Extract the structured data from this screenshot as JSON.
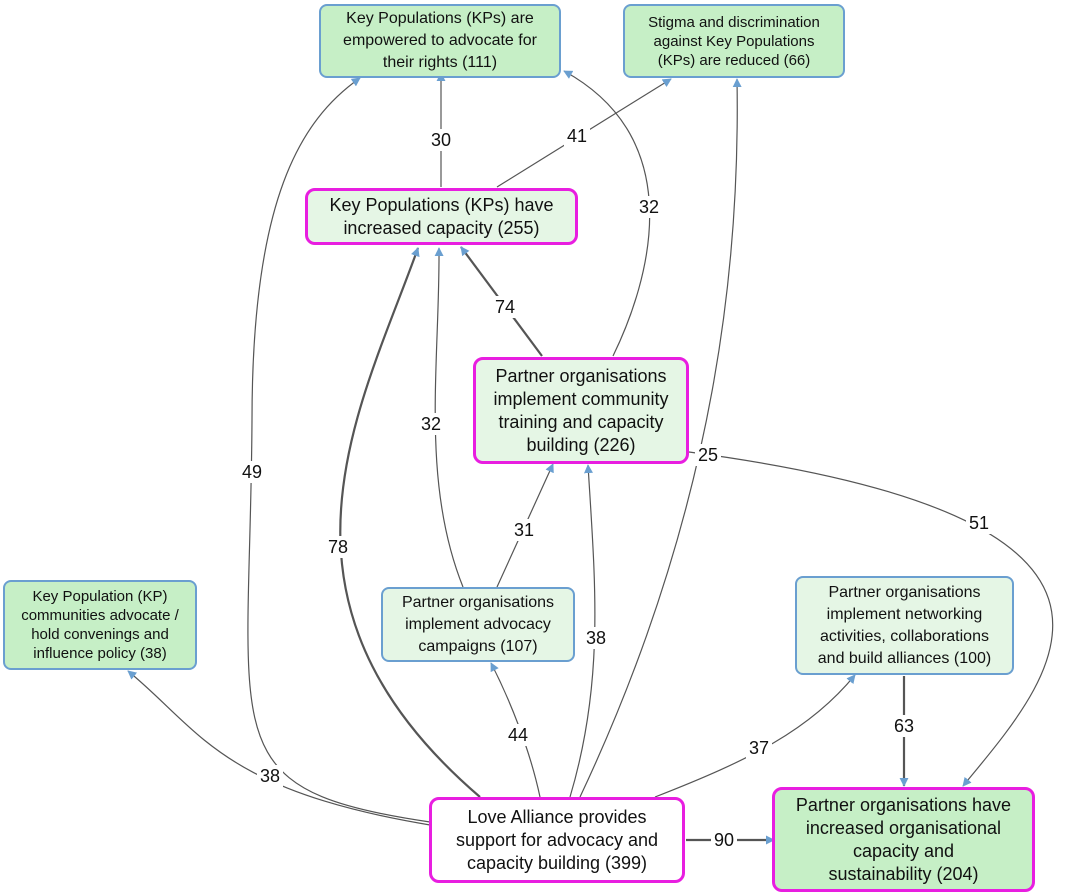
{
  "nodes": [
    {
      "id": "n1",
      "label": "Key Populations (KPs) are\nempowered to advocate for\ntheir rights (111)"
    },
    {
      "id": "n2",
      "label": "Stigma and discrimination\nagainst Key Populations\n(KPs) are reduced (66)"
    },
    {
      "id": "n3",
      "label": "Key Populations (KPs) have\nincreased capacity (255)"
    },
    {
      "id": "n4",
      "label": "Partner organisations\nimplement community\ntraining and capacity\nbuilding (226)"
    },
    {
      "id": "n5",
      "label": "Key Population (KP)\ncommunities advocate /\nhold convenings and\ninfluence policy (38)"
    },
    {
      "id": "n6",
      "label": "Partner organisations\nimplement advocacy\ncampaigns (107)"
    },
    {
      "id": "n7",
      "label": "Partner organisations\nimplement networking\nactivities, collaborations\nand build alliances (100)"
    },
    {
      "id": "n8",
      "label": "Love Alliance provides\nsupport for advocacy and\ncapacity building (399)"
    },
    {
      "id": "n9",
      "label": "Partner organisations have\nincreased organisational\ncapacity and\nsustainability (204)"
    }
  ],
  "edges": [
    {
      "from": "n3",
      "to": "n1",
      "value": "30"
    },
    {
      "from": "n3",
      "to": "n2",
      "value": "41"
    },
    {
      "from": "n4",
      "to": "n1",
      "value": "32"
    },
    {
      "from": "n4",
      "to": "n3",
      "value": "74"
    },
    {
      "from": "n6",
      "to": "n3",
      "value": "32"
    },
    {
      "from": "n6",
      "to": "n4",
      "value": "31"
    },
    {
      "from": "n4",
      "to": "n9",
      "value": "51"
    },
    {
      "from": "n8",
      "to": "n1",
      "value": "49"
    },
    {
      "from": "n8",
      "to": "n3",
      "value": "78"
    },
    {
      "from": "n8",
      "to": "n2",
      "value": "25"
    },
    {
      "from": "n8",
      "to": "n4",
      "value": "38"
    },
    {
      "from": "n8",
      "to": "n6",
      "value": "44"
    },
    {
      "from": "n8",
      "to": "n5",
      "value": "38"
    },
    {
      "from": "n8",
      "to": "n7",
      "value": "37"
    },
    {
      "from": "n8",
      "to": "n9",
      "value": "90"
    },
    {
      "from": "n7",
      "to": "n9",
      "value": "63"
    }
  ],
  "colors": {
    "outcome_fill": "#c6efc6",
    "output_fill": "#e5f6e5",
    "thin_border": "#6a9fd0",
    "key_border": "#e81ee0",
    "edge": "#555555",
    "arrowhead": "#6a9fd0"
  }
}
